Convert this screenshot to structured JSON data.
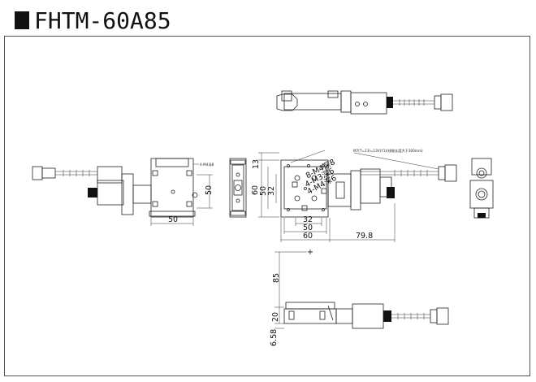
{
  "title": "FHTM-60A85",
  "colors": {
    "line": "#222222",
    "fill_dark": "#111111",
    "fill_mid": "#888888",
    "frame": "#555555"
  },
  "dimensions": {
    "top_view_width": "50",
    "top_view_height": "50",
    "top_view_hole_note": "4-M4深8",
    "center_side_13": "13",
    "center_side_60": "60",
    "center_side_50": "50",
    "center_side_32": "32",
    "center_bottom_32": "32",
    "center_bottom_50": "50",
    "center_bottom_60": "60",
    "center_bottom_79_8": "79.8",
    "hole_note_1": "8-M4深8",
    "hole_note_2": "4-M3深6",
    "hole_note_3": "4-M4深6",
    "motor_note": "M7(T=13)=13V(Y1)(线缆长度大于300mm)",
    "height_85": "85",
    "height_20": "20",
    "height_6_58": "6.58"
  }
}
